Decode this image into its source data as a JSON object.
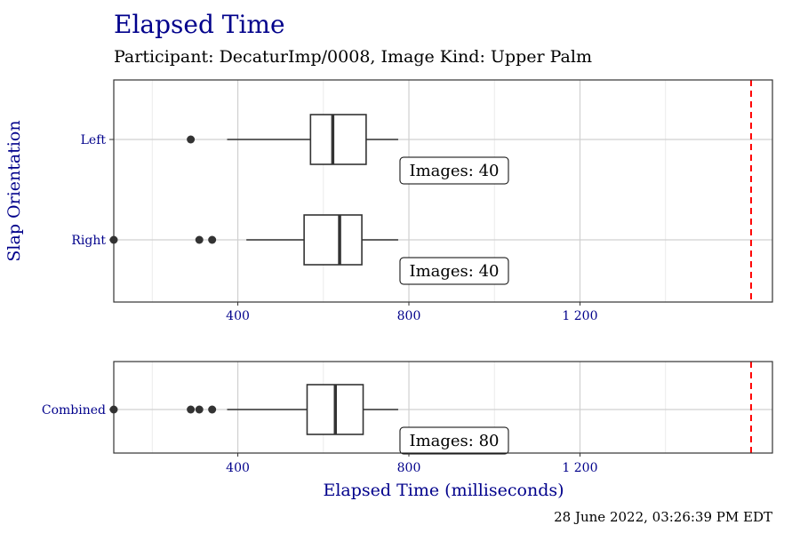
{
  "colors": {
    "title": "#00008b",
    "tick_label": "#00008b",
    "box_stroke": "#333333",
    "point": "#333333",
    "threshold": "#ff0000",
    "grid_major": "#d0d0d0",
    "grid_minor": "#ebebeb",
    "panel_border": "#333333"
  },
  "caption": "28 June 2022, 03:26:39 PM EDT",
  "chart_data": {
    "type": "boxplot",
    "orientation": "horizontal",
    "title": "Elapsed Time",
    "subtitle": "Participant: DecaturImp/0008, Image Kind: Upper Palm",
    "xlabel": "Elapsed Time (milliseconds)",
    "ylabel": "Slap Orientation",
    "xlim": [
      110,
      1650
    ],
    "x_ticks": [
      400,
      800,
      1200
    ],
    "x_tick_labels": [
      "400",
      "800",
      "1 200"
    ],
    "threshold_x": 1600,
    "panels": [
      {
        "id": "top",
        "groups": [
          {
            "name": "Left",
            "whisker_low": 375,
            "q1": 570,
            "median": 622,
            "q3": 700,
            "whisker_high": 775,
            "outliers": [
              290
            ],
            "count_label": "Images: 40"
          },
          {
            "name": "Right",
            "whisker_low": 420,
            "q1": 555,
            "median": 638,
            "q3": 690,
            "whisker_high": 775,
            "outliers": [
              110,
              310,
              340
            ],
            "count_label": "Images: 40"
          }
        ]
      },
      {
        "id": "bottom",
        "groups": [
          {
            "name": "Combined",
            "whisker_low": 375,
            "q1": 562,
            "median": 628,
            "q3": 693,
            "whisker_high": 775,
            "outliers": [
              110,
              290,
              310,
              340
            ],
            "count_label": "Images: 80"
          }
        ]
      }
    ],
    "grid": true
  }
}
